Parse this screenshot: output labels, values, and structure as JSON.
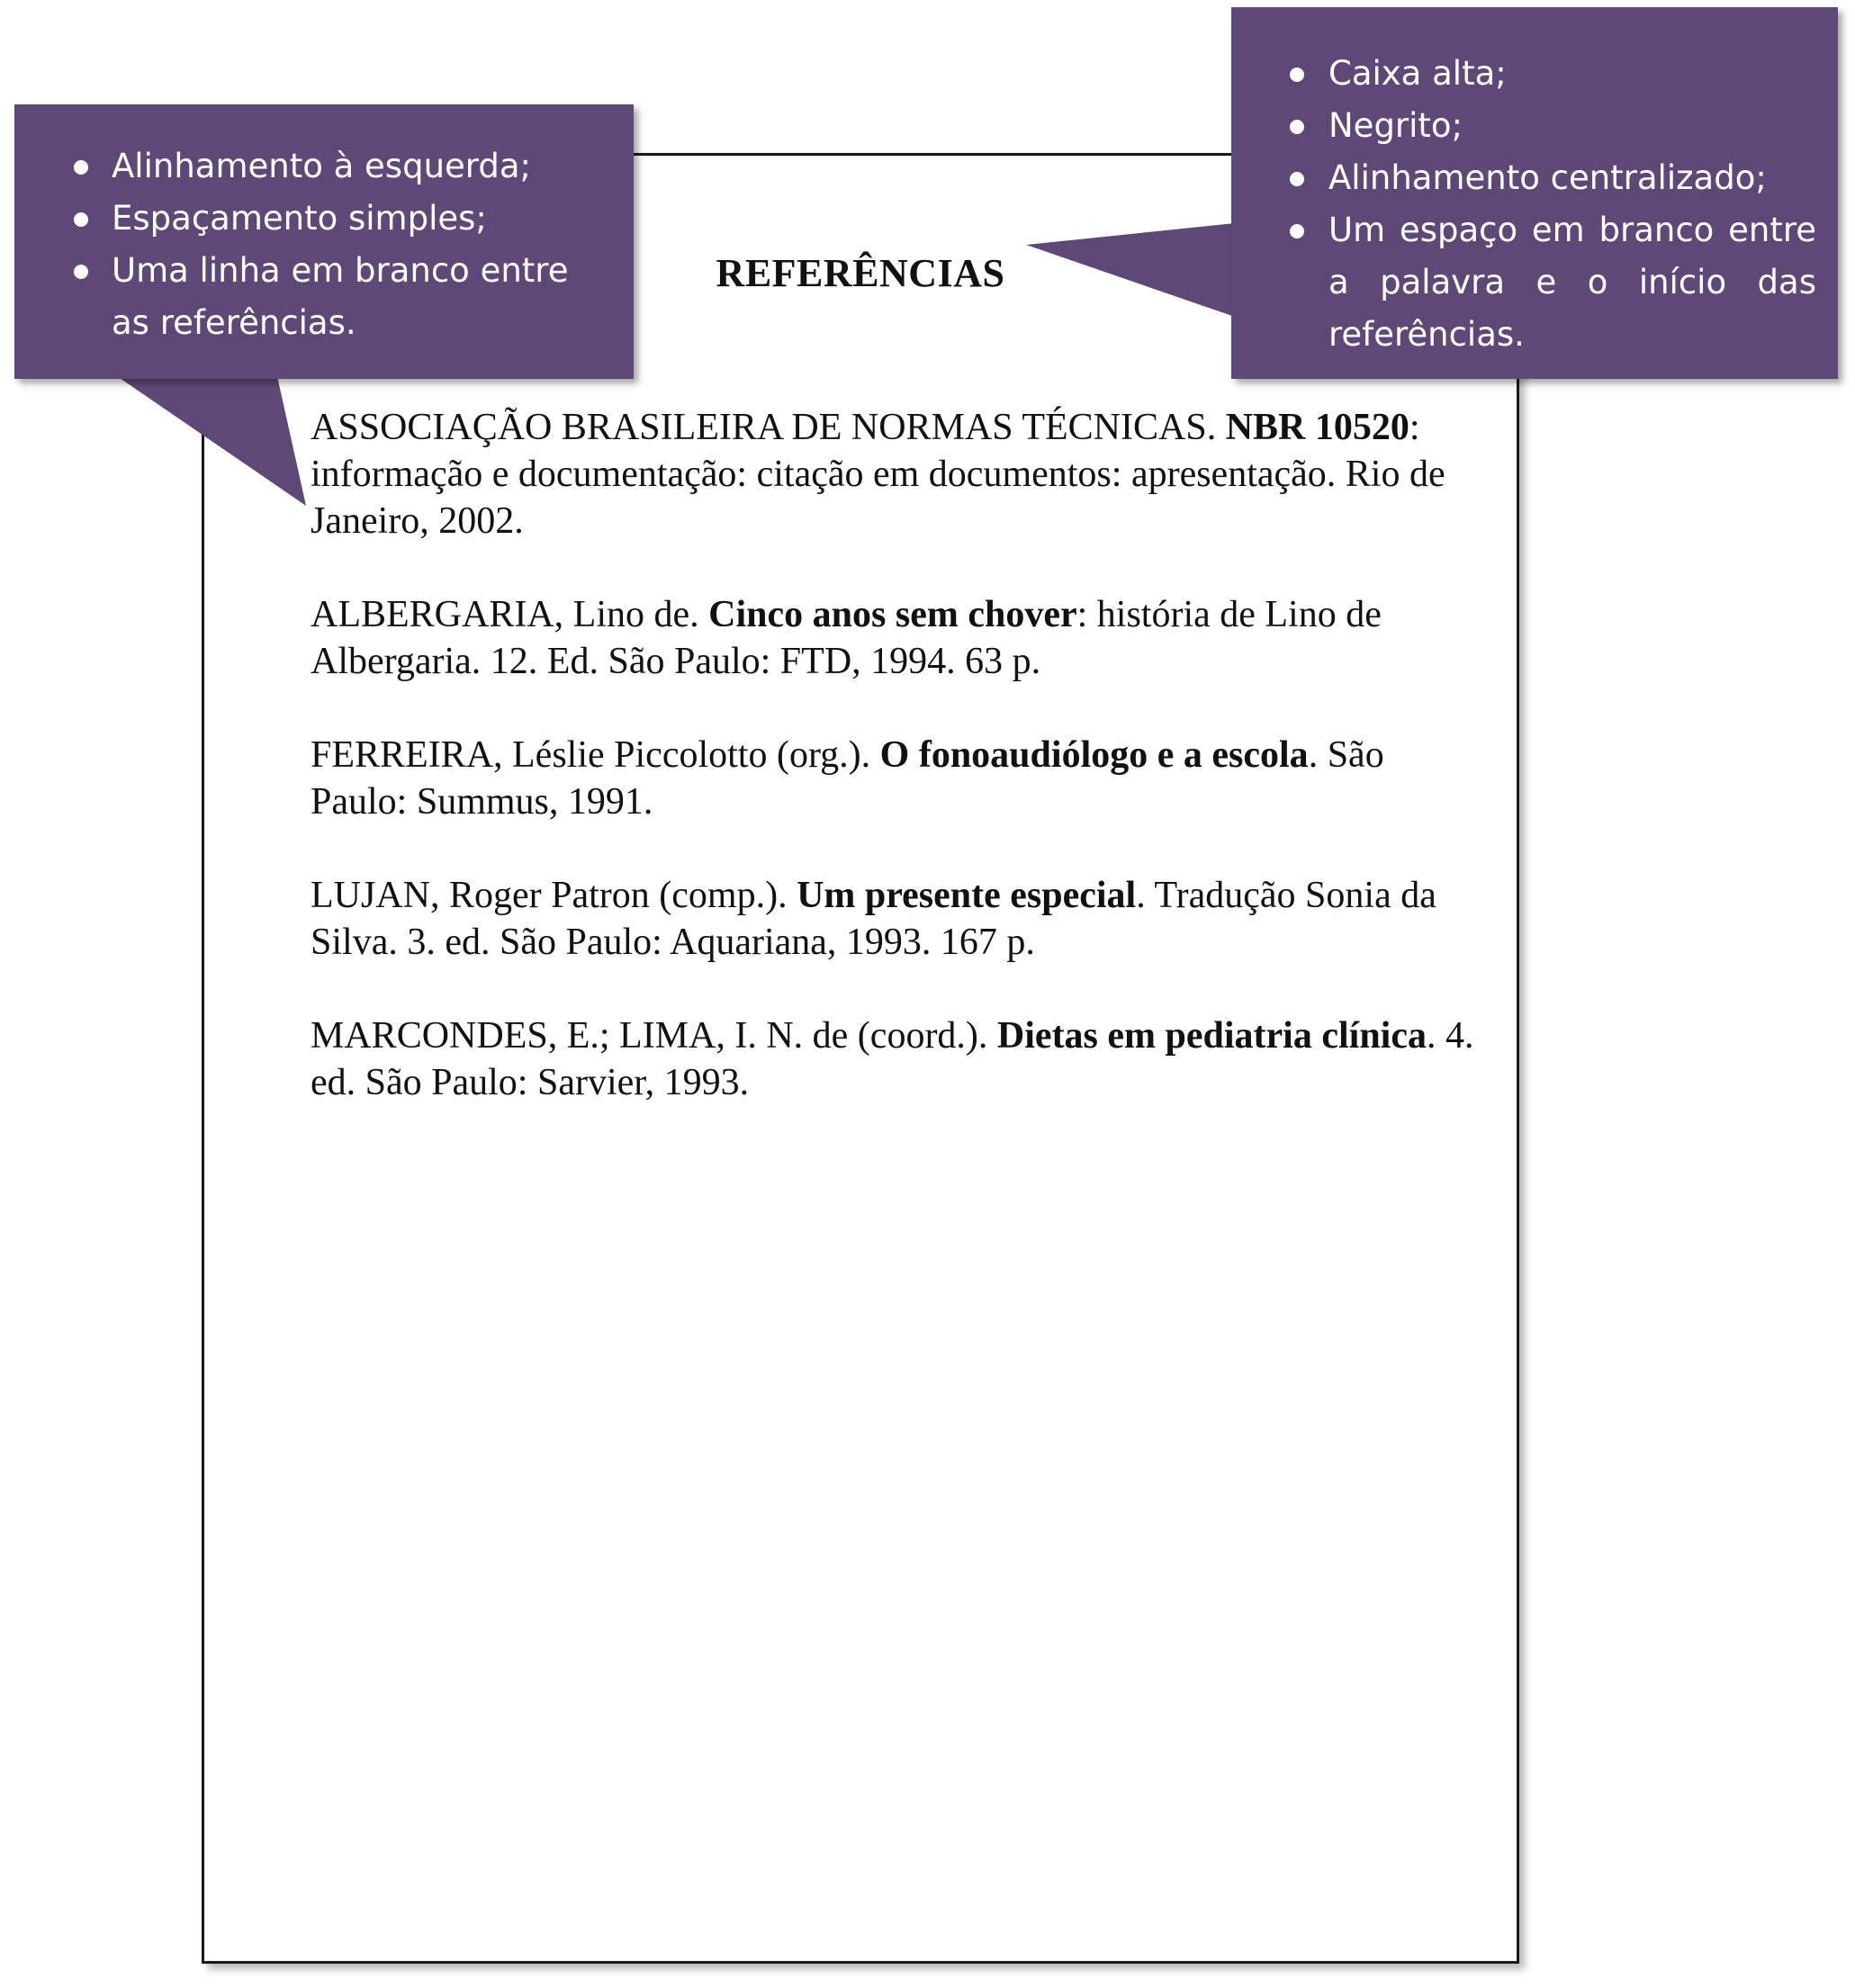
{
  "colors": {
    "callout_fill": "#5e4876",
    "callout_text": "#ffffff",
    "page_border": "#1a1a1a",
    "text": "#111111"
  },
  "page": {
    "title": "REFERÊNCIAS",
    "references": [
      {
        "before": "ASSOCIAÇÃO BRASILEIRA DE NORMAS TÉCNICAS. ",
        "bold": "NBR 10520",
        "after": ": informação e documentação: citação em documentos: apresentação. Rio de Janeiro, 2002."
      },
      {
        "before": "ALBERGARIA, Lino de. ",
        "bold": "Cinco anos sem chover",
        "after": ": história de Lino de Albergaria. 12. Ed. São Paulo: FTD, 1994. 63 p."
      },
      {
        "before": "FERREIRA, Léslie Piccolotto (org.). ",
        "bold": "O fonoaudiólogo e a escola",
        "after": ". São Paulo: Summus, 1991."
      },
      {
        "before": "LUJAN, Roger Patron (comp.). ",
        "bold": "Um presente especial",
        "after": ". Tradução Sonia da Silva. 3. ed. São Paulo: Aquariana, 1993. 167 p."
      },
      {
        "before": "MARCONDES, E.; LIMA, I. N. de (coord.). ",
        "bold": "Dietas em pediatria clínica",
        "after": ". 4. ed. São Paulo: Sarvier, 1993."
      }
    ]
  },
  "callout_left": {
    "items": [
      "Alinhamento à esquerda;",
      "Espaçamento simples;",
      "Uma linha em branco entre as referências."
    ]
  },
  "callout_right": {
    "items": [
      "Caixa alta;",
      "Negrito;",
      "Alinhamento centralizado;",
      "Um espaço em branco entre a palavra e o início das referências."
    ]
  }
}
